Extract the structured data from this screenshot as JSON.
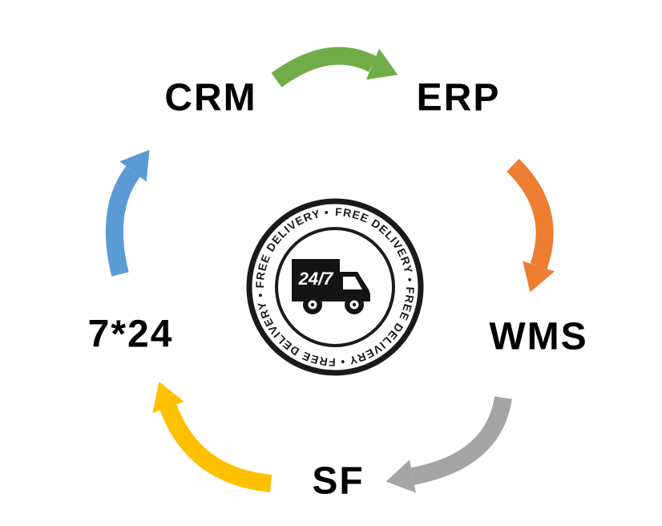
{
  "diagram": {
    "nodes": [
      {
        "id": "crm",
        "label": "CRM"
      },
      {
        "id": "erp",
        "label": "ERP"
      },
      {
        "id": "wms",
        "label": "WMS"
      },
      {
        "id": "sf",
        "label": "SF"
      },
      {
        "id": "seven24",
        "label": "7*24"
      }
    ],
    "colors": {
      "crm_to_erp": "#70ad47",
      "erp_to_wms": "#ed7d31",
      "wms_to_sf": "#a5a5a5",
      "sf_to_724": "#ffc000",
      "n724_to_crm": "#5b9bd5",
      "badge_ink": "#1a1a1a"
    },
    "badge": {
      "ring_text": "FREE DELIVERY • FREE DELIVERY • FREE DELIVERY • FREE DELIVERY •",
      "truck_label": "24/7"
    }
  }
}
